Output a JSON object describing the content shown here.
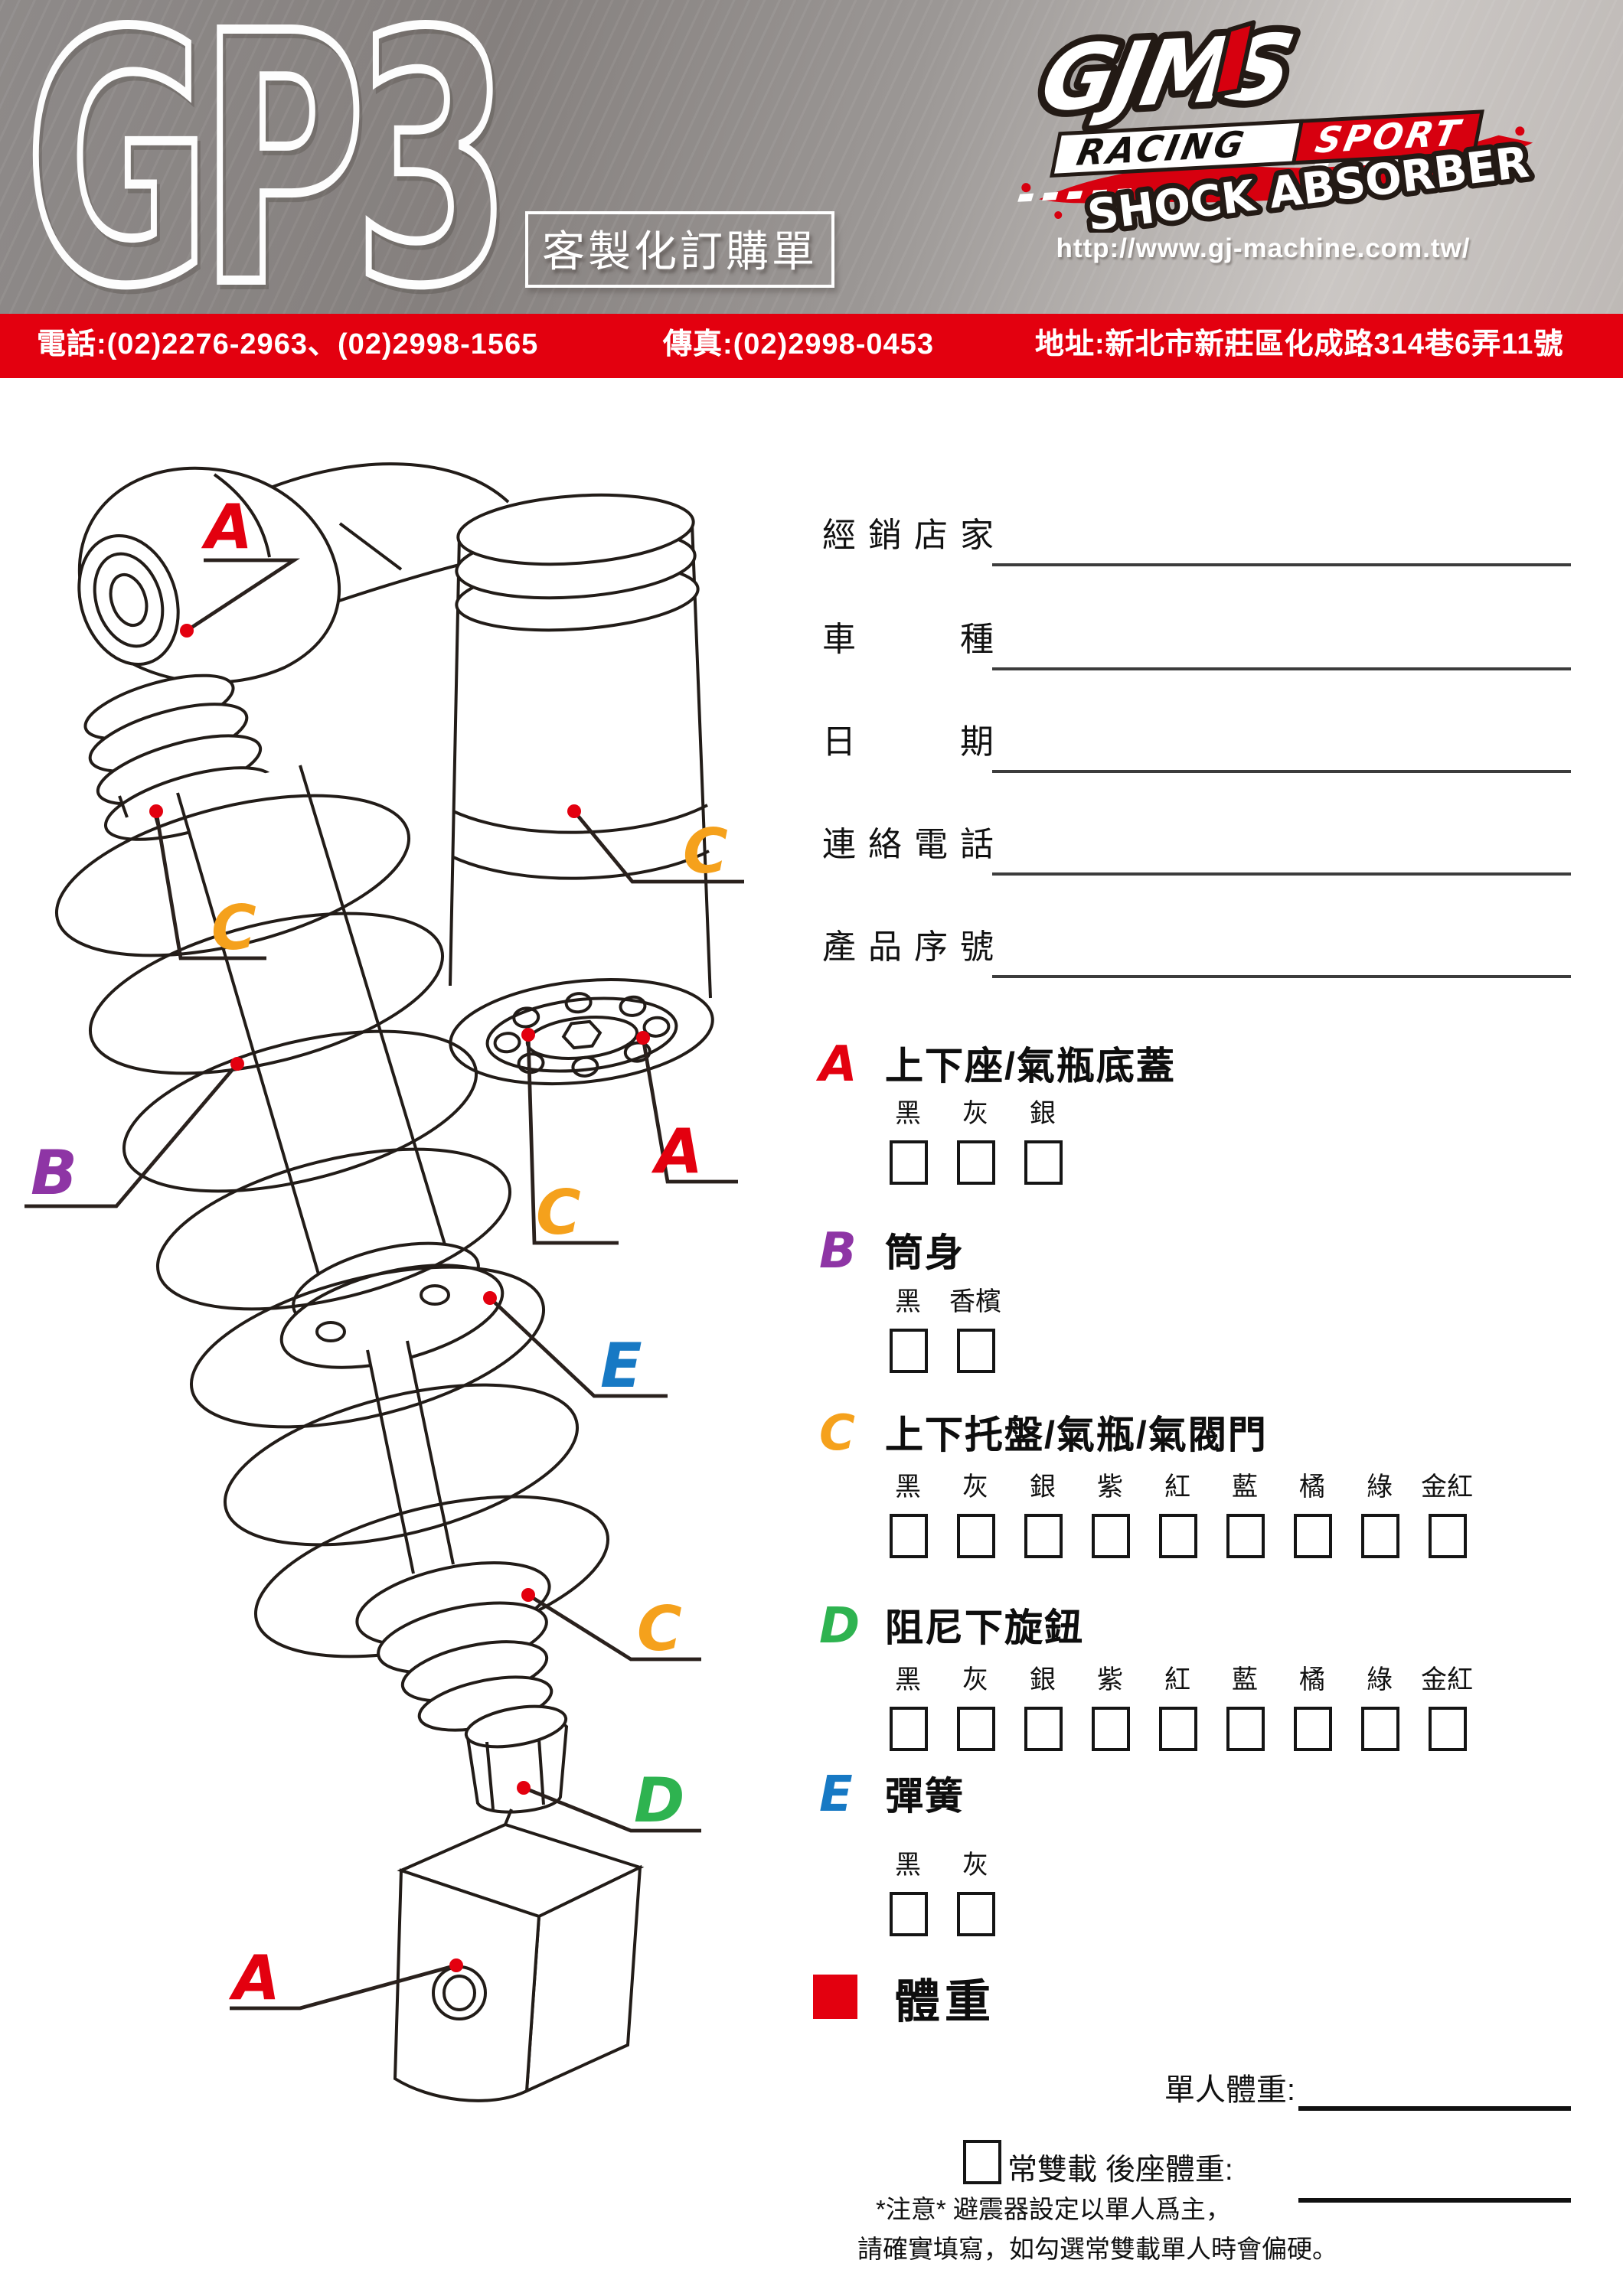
{
  "colors": {
    "accent_red": "#e3000f"
  },
  "header": {
    "product_logo": "GP3",
    "form_title": "客製化訂購單",
    "brand": {
      "name": "GJMS",
      "racing": "RACING",
      "sport": "SPORT",
      "tagline": "SHOCK ABSORBER",
      "url": "http://www.gj-machine.com.tw/"
    }
  },
  "contact_bar": {
    "phone": "電話:(02)2276-2963、(02)2998-1565",
    "fax": "傳真:(02)2998-0453",
    "address": "地址:新北市新莊區化成路314巷6弄11號"
  },
  "form_fields": [
    {
      "label": "經銷店家"
    },
    {
      "label": "車種"
    },
    {
      "label": "日期"
    },
    {
      "label": "連絡電話"
    },
    {
      "label": "產品序號"
    }
  ],
  "sections": [
    {
      "letter": "A",
      "color": "#e3000f",
      "title": "上下座/氣瓶底蓋",
      "options": [
        "黑",
        "灰",
        "銀"
      ]
    },
    {
      "letter": "B",
      "color": "#8e35a5",
      "title": "筒身",
      "options": [
        "黑",
        "香檳"
      ]
    },
    {
      "letter": "C",
      "color": "#f5a11c",
      "title": "上下托盤/氣瓶/氣閥門",
      "options": [
        "黑",
        "灰",
        "銀",
        "紫",
        "紅",
        "藍",
        "橘",
        "綠",
        "金紅"
      ]
    },
    {
      "letter": "D",
      "color": "#2eb350",
      "title": "阻尼下旋鈕",
      "options": [
        "黑",
        "灰",
        "銀",
        "紫",
        "紅",
        "藍",
        "橘",
        "綠",
        "金紅"
      ]
    },
    {
      "letter": "E",
      "color": "#1779c4",
      "title": "彈簧",
      "options": [
        "黑",
        "灰"
      ]
    }
  ],
  "weight": {
    "title": "體重",
    "single_label": "單人體重:",
    "dual_label": "常雙載 後座體重:",
    "note_line1": "*注意* 避震器設定以單人爲主，",
    "note_line2": "請確實填寫，如勾選常雙載單人時會偏硬。"
  },
  "diagram": {
    "callouts": [
      {
        "letter": "A",
        "color": "#e3000f"
      },
      {
        "letter": "C",
        "color": "#f5a11c"
      },
      {
        "letter": "C",
        "color": "#f5a11c"
      },
      {
        "letter": "B",
        "color": "#8e35a5"
      },
      {
        "letter": "A",
        "color": "#e3000f"
      },
      {
        "letter": "C",
        "color": "#f5a11c"
      },
      {
        "letter": "E",
        "color": "#1779c4"
      },
      {
        "letter": "C",
        "color": "#f5a11c"
      },
      {
        "letter": "D",
        "color": "#2eb350"
      },
      {
        "letter": "A",
        "color": "#e3000f"
      }
    ]
  }
}
